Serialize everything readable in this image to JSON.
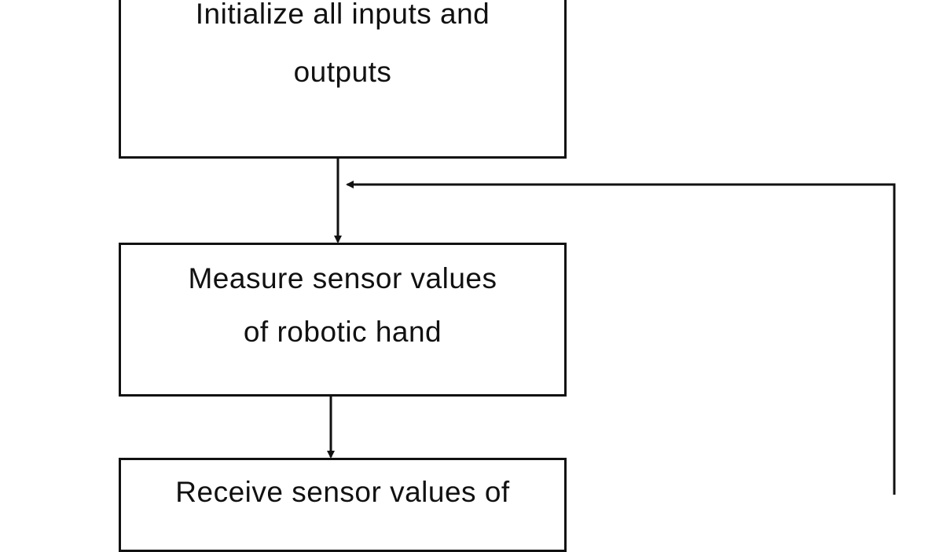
{
  "flowchart": {
    "steps": [
      {
        "lines": [
          "Initialize all inputs and",
          "outputs"
        ]
      },
      {
        "lines": [
          "Measure sensor values",
          "of robotic hand"
        ]
      },
      {
        "lines": [
          "Receive sensor values of"
        ]
      }
    ],
    "colors": {
      "stroke": "#111111",
      "background": "#ffffff"
    }
  }
}
